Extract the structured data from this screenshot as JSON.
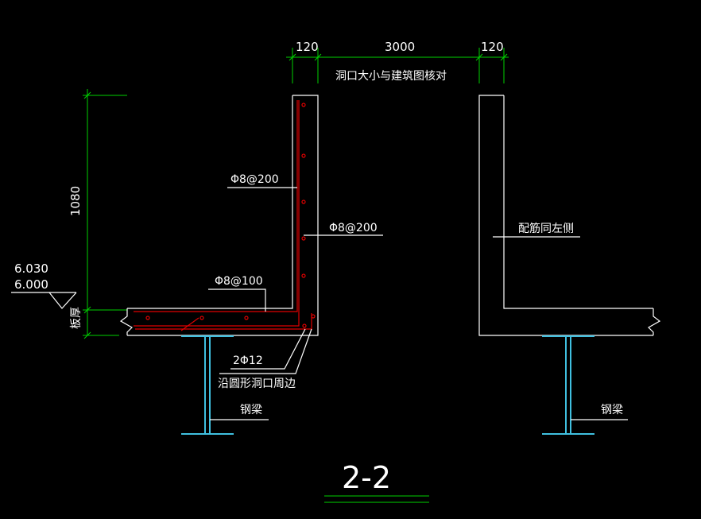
{
  "title": "2-2",
  "dimensions": {
    "left_wall": "120",
    "opening": "3000",
    "right_wall": "120",
    "height": "1080"
  },
  "elevations": {
    "top": "6.030",
    "bottom": "6.000"
  },
  "labels": {
    "opening_note": "洞口大小与建筑图核对",
    "rebar_wall_inner": "Φ8@200",
    "rebar_wall_outer": "Φ8@200",
    "rebar_slab": "Φ8@100",
    "rebar_corner": "2Φ12",
    "opening_edge": "沿圆形洞口周边",
    "slab_thickness": "板厚",
    "steel_beam_left": "钢梁",
    "steel_beam_right": "钢梁",
    "right_side_note": "配筋同左侧"
  },
  "colors": {
    "background": "#000000",
    "linework": "#ffffff",
    "dimension": "#00d000",
    "rebar": "#e00000",
    "steel": "#40c0e0"
  }
}
